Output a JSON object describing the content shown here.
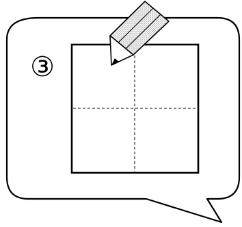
{
  "step": {
    "number_label": "③"
  },
  "colors": {
    "outline": "#000000",
    "background": "#ffffff",
    "pencil_shading": "#9a9a9a",
    "guide_lines": "#000000"
  },
  "icons": {
    "pencil": "pencil-icon"
  },
  "diagram": {
    "shape": "square",
    "guides": [
      "vertical-center-dashed",
      "horizontal-center-dashed"
    ],
    "speech_bubble_tail": "bottom-right"
  }
}
